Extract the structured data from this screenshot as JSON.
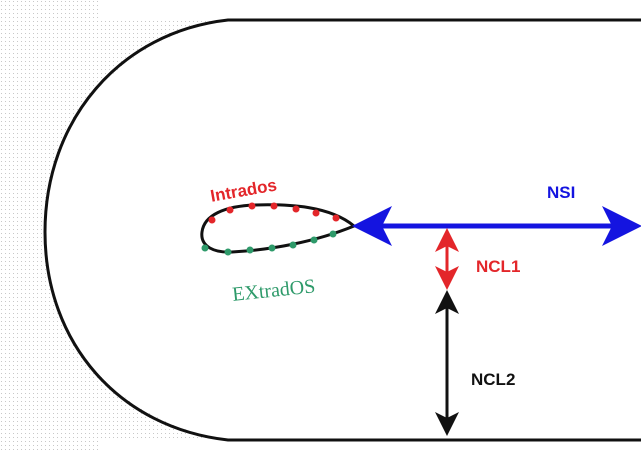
{
  "diagram": {
    "labels": {
      "intrados": "Intrados",
      "extrados": "EXtradOS",
      "nsi": "NSI",
      "ncl1": "NCL1",
      "ncl2": "NCL2"
    },
    "colors": {
      "background": "#ffffff",
      "boundary": "#111111",
      "intrados": "#e3262a",
      "extrados": "#2e9a6a",
      "nsi": "#1414e0",
      "ncl1": "#e3262a",
      "ncl2": "#111111",
      "stipple": "#c8c8c8"
    }
  }
}
